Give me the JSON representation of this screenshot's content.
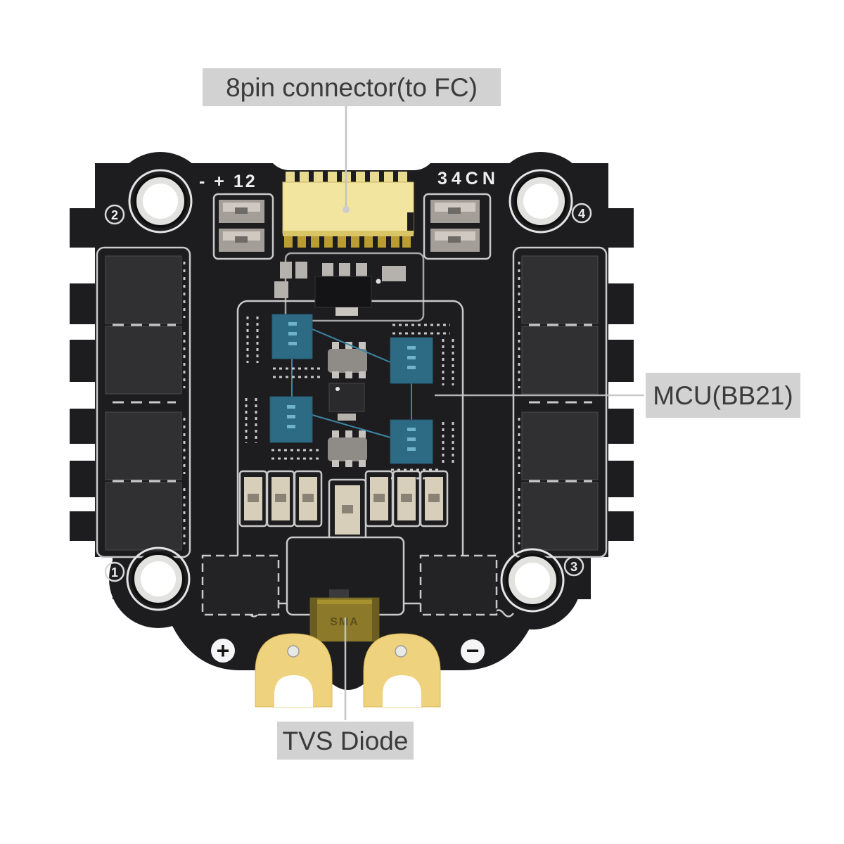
{
  "callouts": {
    "connector": "8pin connector(to FC)",
    "mcu": "MCU(BB21)",
    "tvs": "TVS Diode"
  },
  "silkscreen": {
    "top_left": "- + 12",
    "top_right": "34CN",
    "corner_2": "2",
    "corner_4": "4",
    "corner_1": "1",
    "corner_3": "3",
    "positive": "+",
    "negative": "−",
    "tvs_marking": "SMA"
  },
  "colors": {
    "board": "#1d1d1f",
    "label_bg": "#d2d2d2",
    "label_text": "#3b3b3b",
    "silkscreen": "#c9c9c9",
    "connector_body": "#f2e5a0",
    "connector_pins": "#ba9c30",
    "mcu_chip": "#2d6a84",
    "mcu_trace": "#3e86a4",
    "mosfet": "#303032",
    "gold_pad": "#eed27d",
    "tvs_body": "#8c7a2a",
    "leader_line": "#c4c4c4"
  }
}
